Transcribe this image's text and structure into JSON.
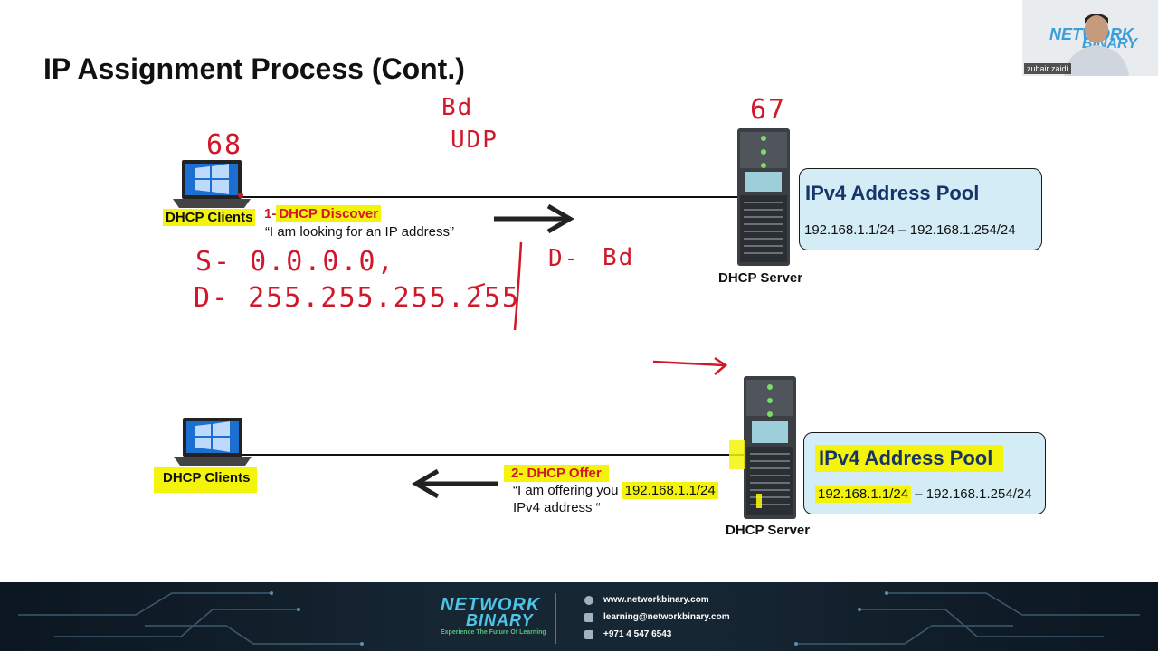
{
  "slide": {
    "title": "IP Assignment Process (Cont.)"
  },
  "annotations": {
    "port_client": "68",
    "port_server": "67",
    "bd_top": "Bd",
    "udp": "UDP",
    "src": "S- 0.0.0.0,",
    "dst": "D- 255.255.255.255",
    "d_bd_prefix": "D-",
    "d_bd_value": "Bd"
  },
  "top_flow": {
    "client_label": "DHCP Clients",
    "step_number": "1-",
    "step_name": "DHCP Discover",
    "message": "“I am looking for an IP address”",
    "server_label": "DHCP Server",
    "pool_title": "IPv4 Address Pool",
    "pool_range": "192.168.1.1/24 – 192.168.1.254/24"
  },
  "bottom_flow": {
    "client_label": "DHCP Clients",
    "step": "2- DHCP Offer",
    "message_line1_prefix": "“I am offering you ",
    "message_line1_ip": "192.168.1.1/24",
    "message_line2": "IPv4 address “",
    "server_label": "DHCP Server",
    "pool_title": "IPv4 Address Pool",
    "pool_range_start": "192.168.1.1/24",
    "pool_range_rest": " – 192.168.1.254/24"
  },
  "footer": {
    "logo_top": "NETWORK",
    "logo_bottom": "BINARY",
    "tagline": "Experience The Future Of Learning",
    "website": "www.networkbinary.com",
    "email": "learning@networkbinary.com",
    "phone": "+971 4 547 6543"
  },
  "webcam": {
    "name": "zubair zaidi",
    "logo_top": "NETWORK",
    "logo_bottom": "BINARY"
  },
  "colors": {
    "highlight": "#f4f40a",
    "annotation_red": "#d0182a",
    "pool_bg": "#d3ecf5",
    "pool_title": "#17346a",
    "footer_bg": "#162633",
    "brand_cyan": "#4ec5e8"
  }
}
